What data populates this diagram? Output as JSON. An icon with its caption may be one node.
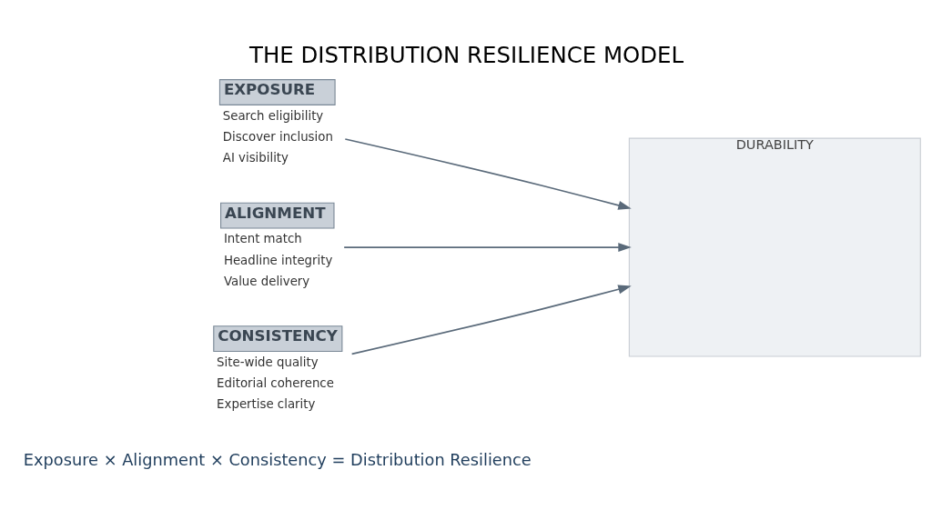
{
  "diagram": {
    "title": "THE DISTRIBUTION RESILIENCE MODEL",
    "nodes": [
      {
        "text": [
          "EXPOSURE",
          "Search eligibility",
          "Discover inclusion",
          "AI visibility"
        ]
      },
      {
        "text": [
          "ALIGNMENT",
          "Intent match",
          "Headline integrity",
          "Value delivery"
        ]
      },
      {
        "text": [
          "CONSISTENCY",
          "Site-wide quality",
          "Editorial coherence",
          "Expertise clarity"
        ]
      },
      {
        "text": [
          "DURABILITY"
        ]
      }
    ],
    "edges": [
      {
        "from": 0,
        "to": 3,
        "arrow": "to"
      },
      {
        "from": 1,
        "to": 3,
        "arrow": "to"
      },
      {
        "from": 2,
        "to": 3,
        "arrow": "to"
      }
    ],
    "labels": [
      "Exposure × Alignment × Consistency = Distribution Resilience"
    ]
  }
}
